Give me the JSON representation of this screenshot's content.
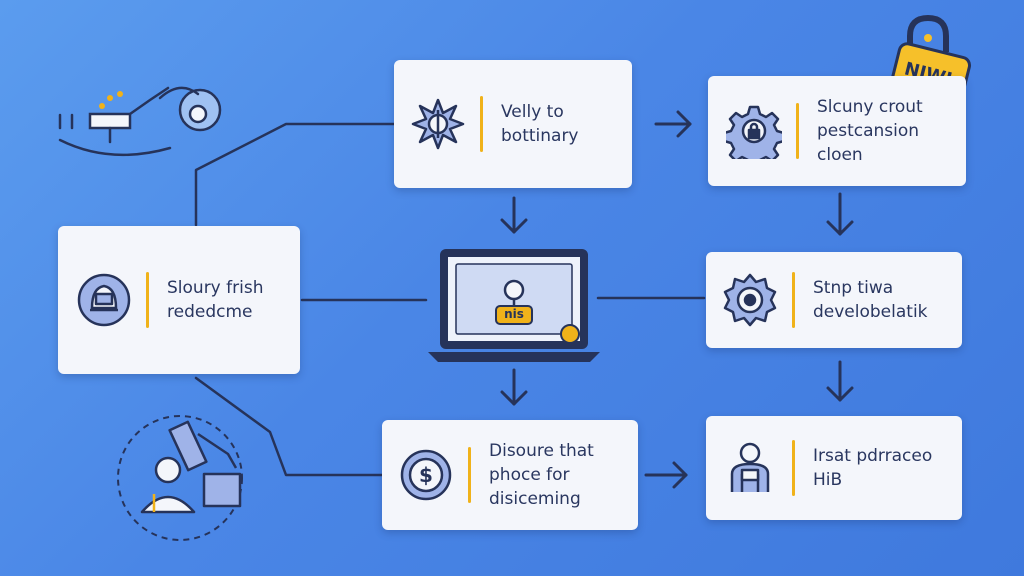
{
  "nodes": {
    "top_center": {
      "lines": [
        "Velly to",
        "bottinary"
      ],
      "icon": "compass-gear-icon"
    },
    "top_right": {
      "lines": [
        "Slcuny crout",
        "pestcansion",
        "cloen"
      ],
      "icon": "gear-lock-icon"
    },
    "left": {
      "lines": [
        "Sloury frish",
        "rededcme"
      ],
      "icon": "helmet-icon"
    },
    "middle_right": {
      "lines": [
        "Stnp tiwa",
        "develobelatik"
      ],
      "icon": "cog-icon"
    },
    "bottom_center": {
      "lines": [
        "Disoure that",
        "phoce for",
        "disiceming"
      ],
      "icon": "dollar-coin-icon"
    },
    "bottom_right": {
      "lines": [
        "Irsat pdrraceo",
        "HiB"
      ],
      "icon": "person-icon"
    }
  },
  "laptop": {
    "screen_text": "nis",
    "icon": "user-badge-icon"
  },
  "badge": {
    "text": "NIWI",
    "icon": "padlock-icon"
  },
  "colors": {
    "background": "#4a86e6",
    "card": "#f4f6fb",
    "accent": "#f0b21a",
    "ink": "#2a3760",
    "line": "#26335a"
  }
}
